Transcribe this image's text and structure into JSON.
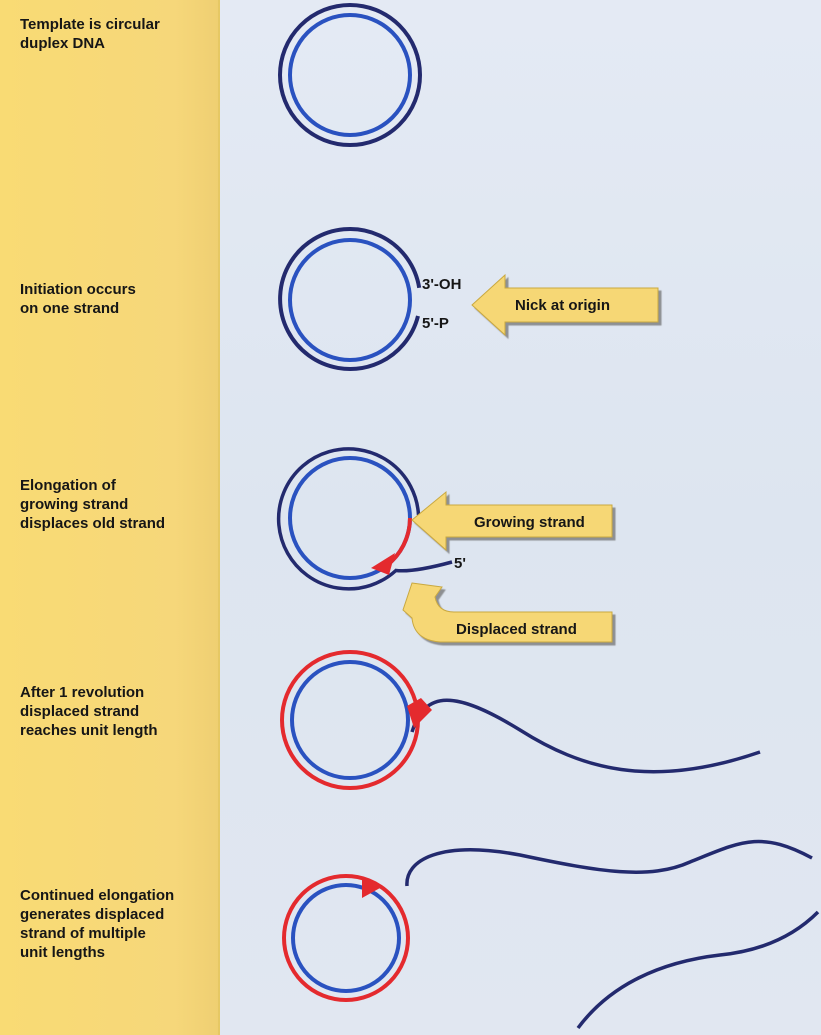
{
  "steps": [
    {
      "label": "Template is circular\nduplex DNA"
    },
    {
      "label": "Initiation  occurs\non one strand"
    },
    {
      "label": "Elongation of\ngrowing strand\ndisplaces old strand"
    },
    {
      "label": "After 1 revolution\ndisplaced strand\nreaches unit length"
    },
    {
      "label": "Continued elongation\ngenerates displaced\nstrand of multiple\nunit lengths"
    }
  ],
  "annotations": {
    "three_oh": "3'-OH",
    "five_p": "5'-P",
    "five_prime": "5'",
    "nick_arrow": "Nick at origin",
    "growing_arrow": "Growing strand",
    "displaced_arrow": "Displaced strand"
  },
  "colors": {
    "outer_strand": "#232a6e",
    "inner_strand": "#2a52c0",
    "new_strand": "#e42a2e",
    "arrow_fill": "#f6d774",
    "sidebar": "#f8d978"
  }
}
